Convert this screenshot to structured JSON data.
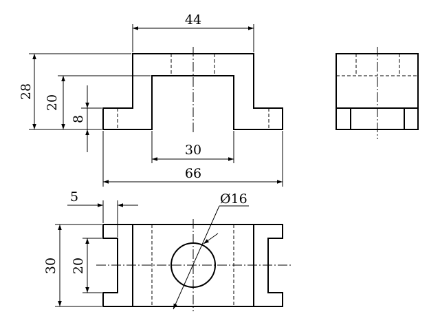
{
  "drawing": {
    "dimensions": {
      "top_width": "44",
      "overall_height": "28",
      "inner_height": "20",
      "step_height": "8",
      "slot_width": "30",
      "overall_width": "66",
      "flange_thickness": "5",
      "hole_diameter": "Ø16",
      "depth": "30",
      "notch_depth": "20"
    }
  }
}
